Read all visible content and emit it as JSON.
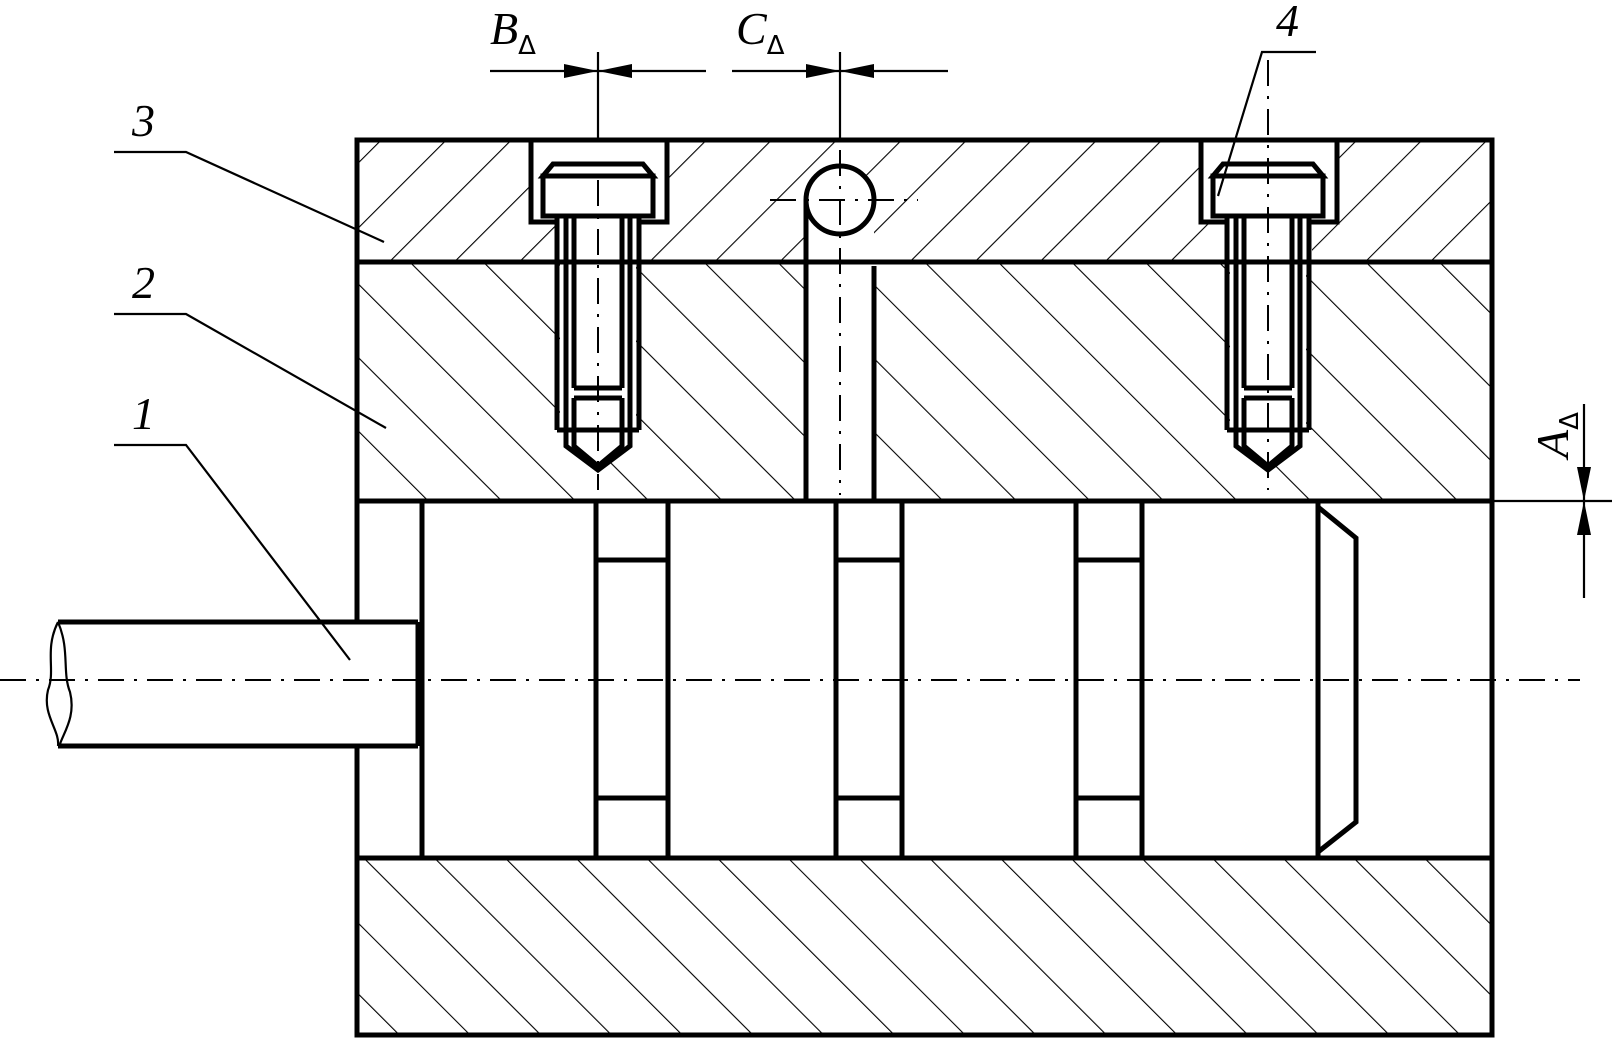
{
  "diagram": {
    "part_labels": [
      "1",
      "2",
      "3",
      "4"
    ],
    "dimensions": {
      "a": {
        "letter": "A",
        "sub": "Δ"
      },
      "b": {
        "letter": "B",
        "sub": "Δ"
      },
      "c": {
        "letter": "C",
        "sub": "Δ"
      }
    }
  }
}
